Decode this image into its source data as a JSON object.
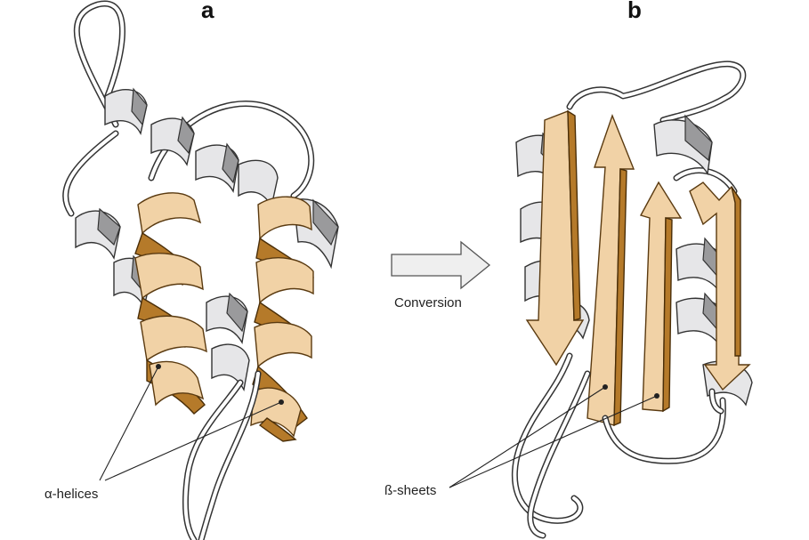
{
  "panels": {
    "a": {
      "letter": "a"
    },
    "b": {
      "letter": "b"
    }
  },
  "arrow": {
    "label": "Conversion"
  },
  "labels": {
    "alpha_helices": "α-helices",
    "beta_sheets": "ß-sheets"
  },
  "colors": {
    "highlight_tan": "#f1d2a6",
    "highlight_dark": "#b57a2a",
    "ribbon_grey": "#e6e6e8",
    "ribbon_shadow": "#9a9a9c",
    "outline": "#333333"
  }
}
